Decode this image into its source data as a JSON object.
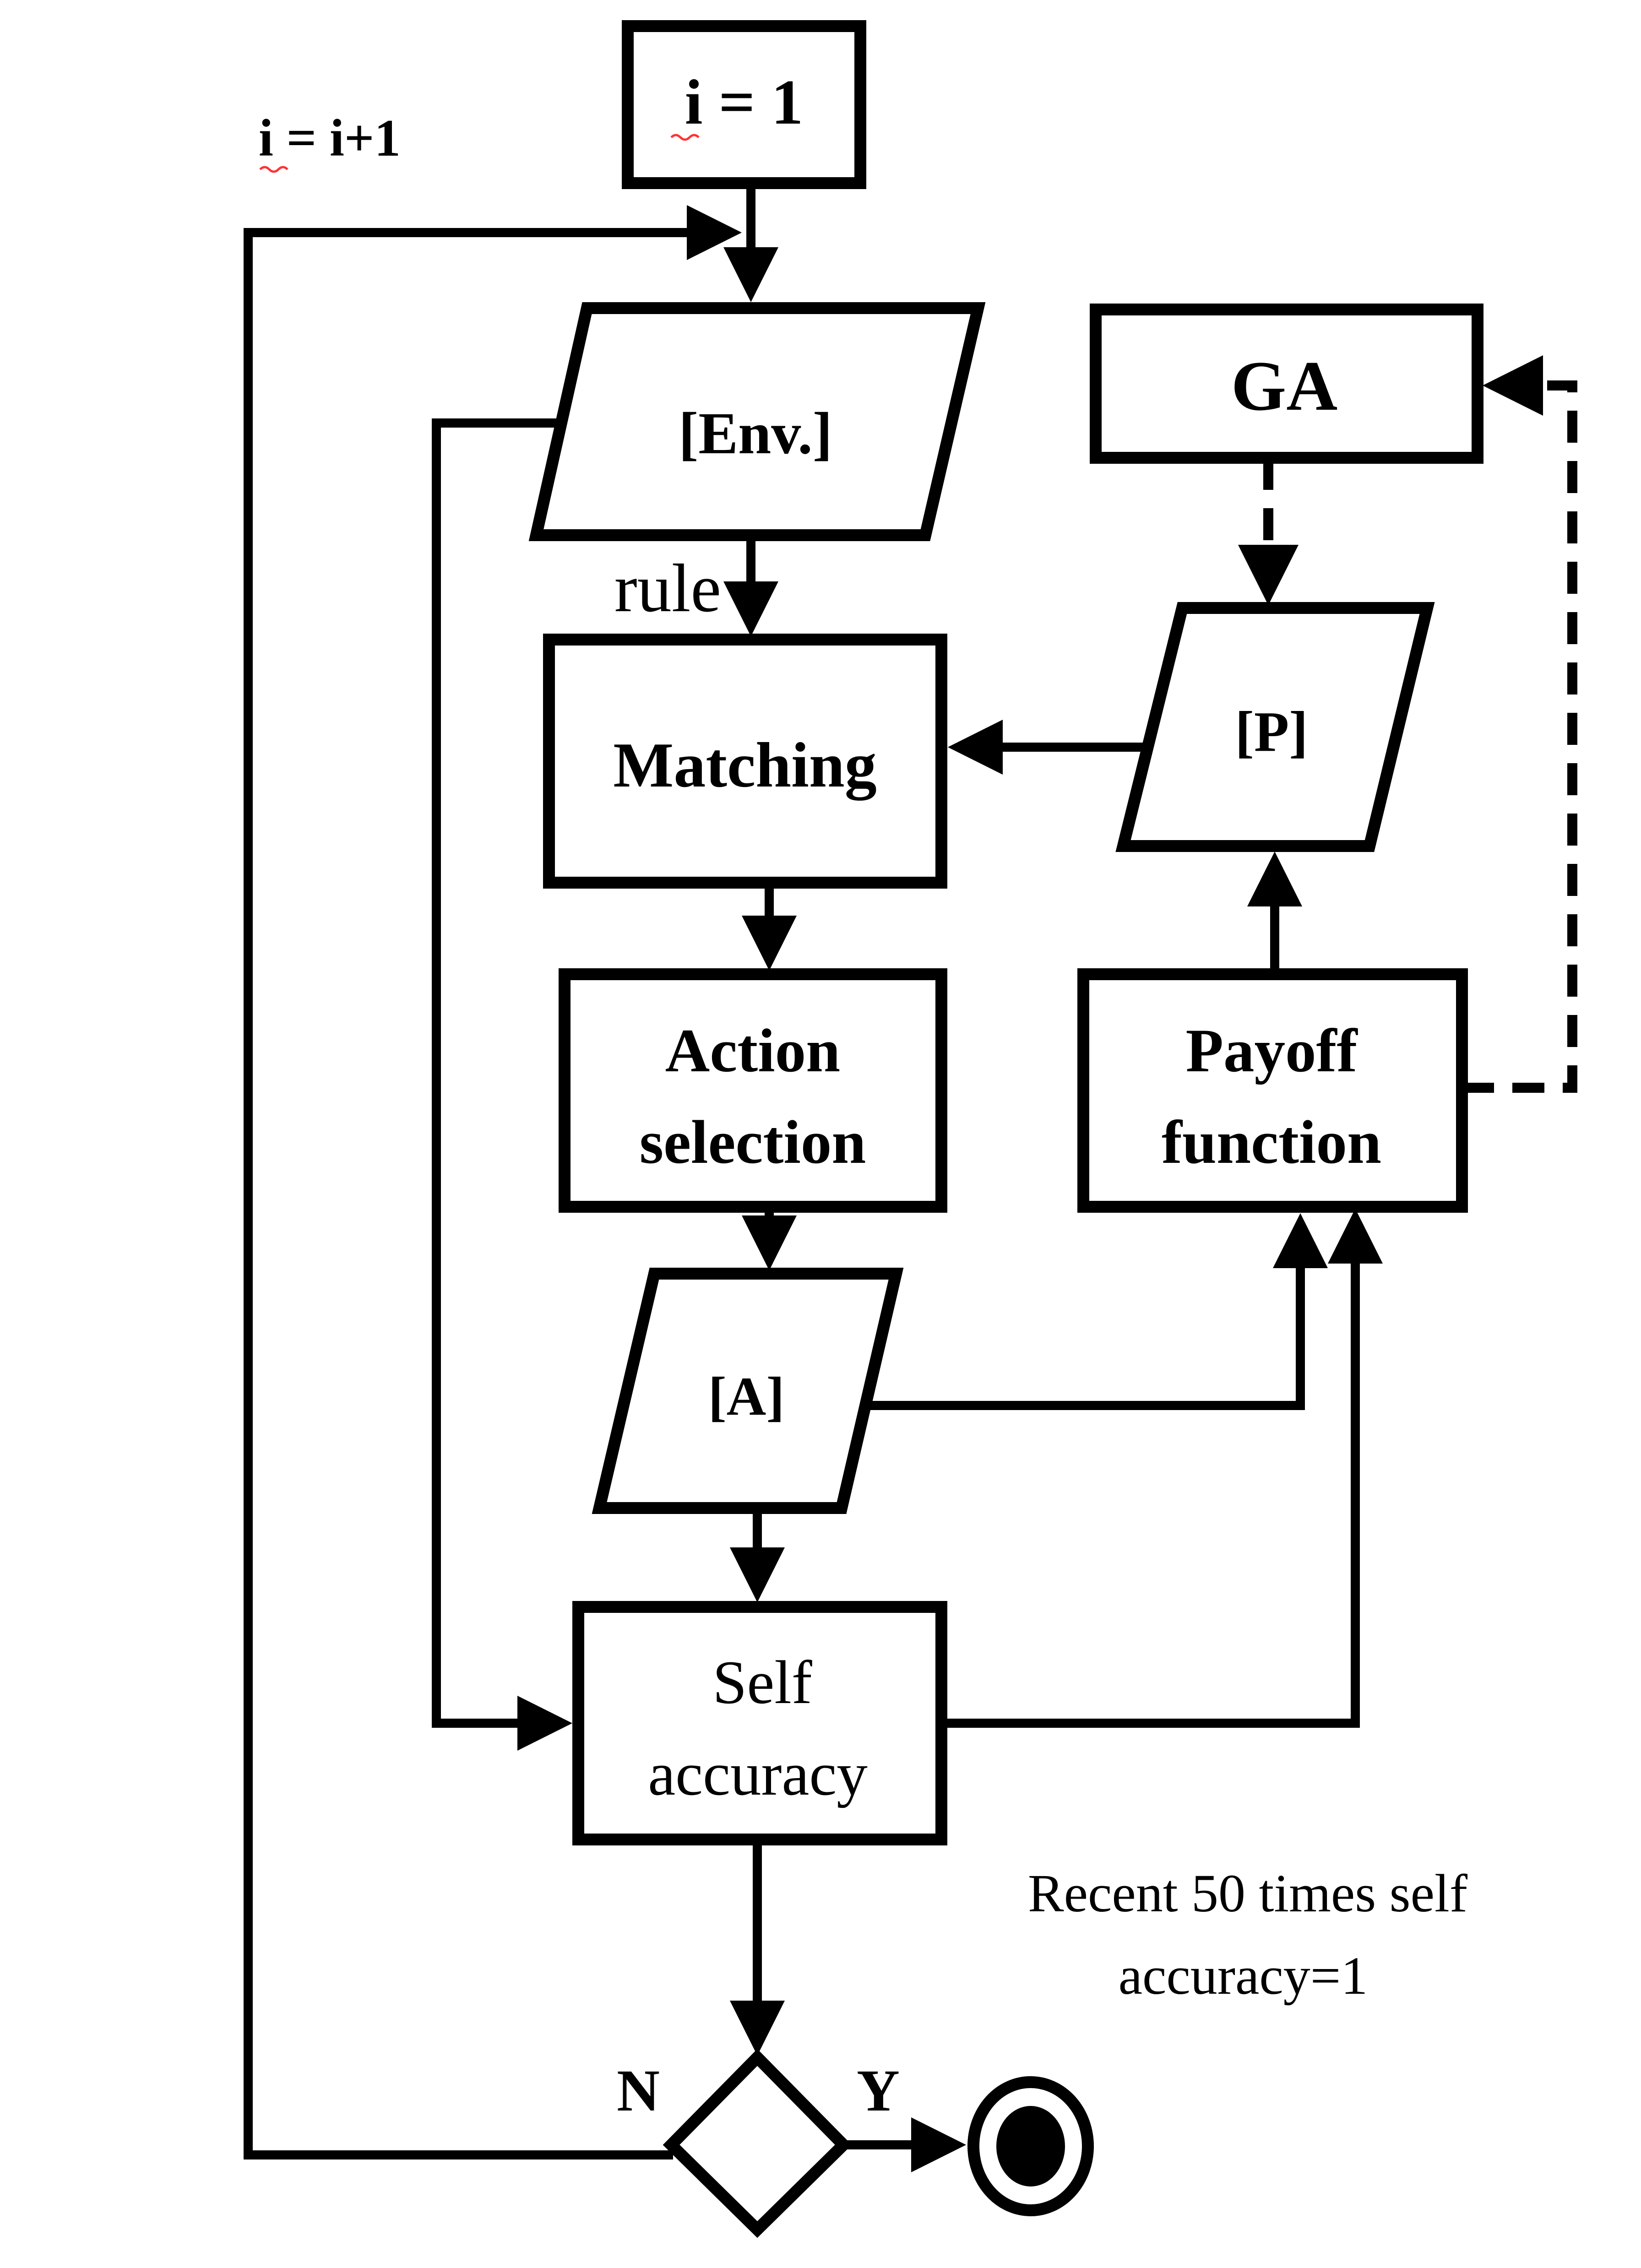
{
  "diagram": {
    "colors": {
      "stroke": "#000000",
      "accent_red": "#ff0000",
      "squiggle": "#ff3333"
    },
    "nodes": {
      "init": {
        "label": "i = 1",
        "shape": "rectangle"
      },
      "env": {
        "label": "[Env.]",
        "shape": "parallelogram"
      },
      "matching": {
        "label": "Matching",
        "shape": "rectangle"
      },
      "action_line1": "Action",
      "action_line2": "selection",
      "a": {
        "label": "[A]",
        "shape": "parallelogram"
      },
      "self_line1": "Self",
      "self_line2": "accuracy",
      "ga": {
        "label": "GA",
        "shape": "rectangle"
      },
      "p": {
        "label": "[P]",
        "shape": "parallelogram"
      },
      "payoff_line1": "Payoff",
      "payoff_line2": "function",
      "decision": {
        "shape": "diamond"
      },
      "end": {
        "shape": "final-state"
      }
    },
    "labels": {
      "increment": "i = i+1",
      "rule": "rule",
      "condition_line1": "Recent 50 times self",
      "condition_line2": "accuracy=1",
      "no": "N",
      "yes": "Y"
    },
    "edges": [
      {
        "from": "init",
        "to": "env",
        "style": "solid"
      },
      {
        "from": "decision",
        "to": "env",
        "label": "N / i = i+1",
        "style": "solid"
      },
      {
        "from": "env",
        "to": "matching",
        "label": "rule",
        "style": "solid"
      },
      {
        "from": "env",
        "to": "self_accuracy",
        "style": "solid"
      },
      {
        "from": "p",
        "to": "matching",
        "style": "solid"
      },
      {
        "from": "matching",
        "to": "action_selection",
        "style": "solid"
      },
      {
        "from": "action_selection",
        "to": "a",
        "style": "solid"
      },
      {
        "from": "a",
        "to": "self_accuracy",
        "style": "solid"
      },
      {
        "from": "a",
        "to": "payoff_function",
        "style": "solid"
      },
      {
        "from": "self_accuracy",
        "to": "payoff_function",
        "style": "solid"
      },
      {
        "from": "payoff_function",
        "to": "p",
        "style": "solid"
      },
      {
        "from": "payoff_function",
        "to": "ga",
        "style": "dashed"
      },
      {
        "from": "ga",
        "to": "p",
        "style": "dashed"
      },
      {
        "from": "self_accuracy",
        "to": "decision",
        "style": "solid"
      },
      {
        "from": "decision",
        "to": "end",
        "label": "Y",
        "style": "solid"
      }
    ]
  }
}
